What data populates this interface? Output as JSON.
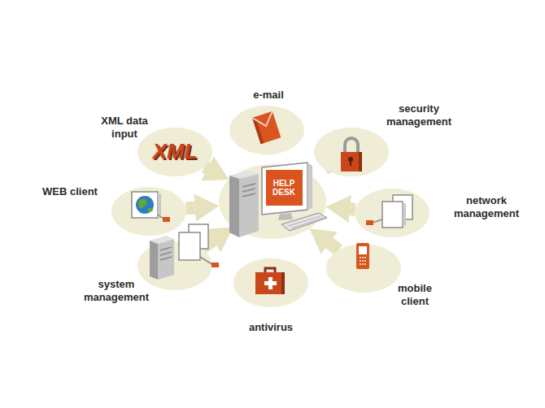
{
  "diagram": {
    "nodes": [
      {
        "text": [
          "e-mail"
        ]
      },
      {
        "text": [
          "XML data input",
          "XML"
        ]
      },
      {
        "text": [
          "security management"
        ]
      },
      {
        "text": [
          "WEB client"
        ]
      },
      {
        "text": [
          "HELP DESK"
        ]
      },
      {
        "text": [
          "network management"
        ]
      },
      {
        "text": [
          "system management"
        ]
      },
      {
        "text": [
          "mobile client"
        ]
      },
      {
        "text": [
          "antivirus"
        ]
      }
    ],
    "edges": [
      {
        "from": 0,
        "to": 4,
        "arrow": "to"
      },
      {
        "from": 1,
        "to": 4,
        "arrow": "to"
      },
      {
        "from": 2,
        "to": 4,
        "arrow": "to"
      },
      {
        "from": 3,
        "to": 4,
        "arrow": "to"
      },
      {
        "from": 5,
        "to": 4,
        "arrow": "to"
      },
      {
        "from": 6,
        "to": 4,
        "arrow": "to"
      },
      {
        "from": 7,
        "to": 4,
        "arrow": "to"
      },
      {
        "from": 8,
        "to": 4,
        "arrow": "to"
      }
    ]
  }
}
